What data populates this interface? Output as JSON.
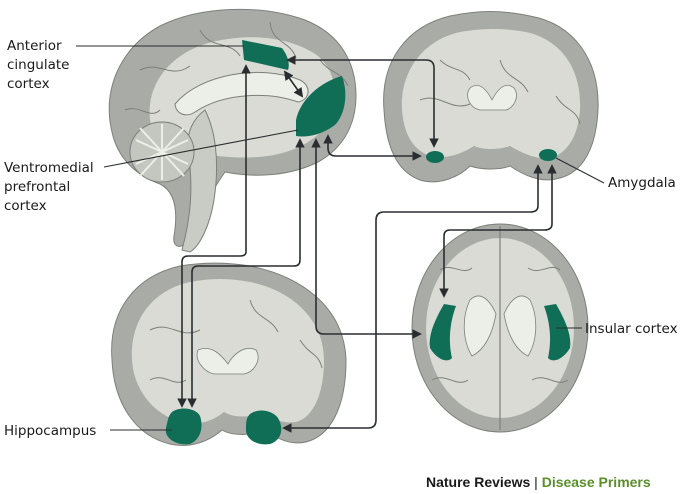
{
  "labels": {
    "acc_line1": "Anterior",
    "acc_line2": "cingulate",
    "acc_line3": "cortex",
    "vmpfc_line1": "Ventromedial",
    "vmpfc_line2": "prefrontal",
    "vmpfc_line3": "cortex",
    "amygdala": "Amygdala",
    "insular": "Insular cortex",
    "hippocampus": "Hippocampus"
  },
  "footer": {
    "brand": "Nature Reviews",
    "separator": " | ",
    "series": "Disease Primers"
  },
  "colors": {
    "region": "#0f6e55",
    "brain_outer": "#a9aca6",
    "brain_inner": "#d9dbd4",
    "white_matter": "#eceee8",
    "outline": "#7d807a",
    "arrow": "#2a2d30",
    "brand": "#1a1a1a",
    "series": "#5a8f2c"
  }
}
